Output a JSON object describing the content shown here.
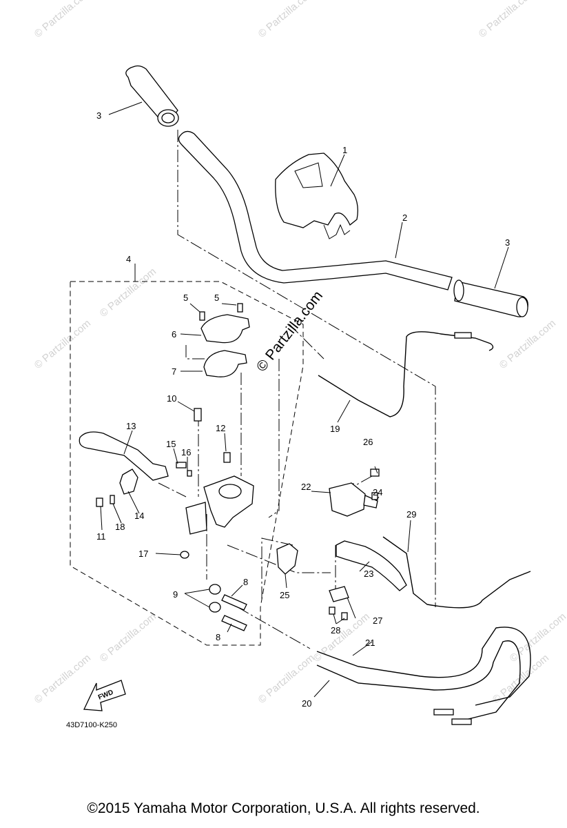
{
  "watermark": "© Partzilla.com",
  "center_watermark": "© Partzilla.com",
  "callouts": {
    "c1": "1",
    "c2": "2",
    "c3a": "3",
    "c3b": "3",
    "c4": "4",
    "c5a": "5",
    "c5b": "5",
    "c6": "6",
    "c7": "7",
    "c8a": "8",
    "c8b": "8",
    "c9": "9",
    "c10": "10",
    "c11": "11",
    "c12": "12",
    "c13": "13",
    "c14": "14",
    "c15": "15",
    "c16": "16",
    "c17": "17",
    "c18": "18",
    "c19": "19",
    "c20": "20",
    "c21": "21",
    "c22": "22",
    "c23": "23",
    "c24": "24",
    "c25": "25",
    "c26": "26",
    "c27": "27",
    "c28": "28",
    "c29": "29"
  },
  "fwd_label": "FWD",
  "diagram_code": "43D7100-K250",
  "copyright": "©2015  Yamaha Motor Corporation, U.S.A. All rights reserved."
}
